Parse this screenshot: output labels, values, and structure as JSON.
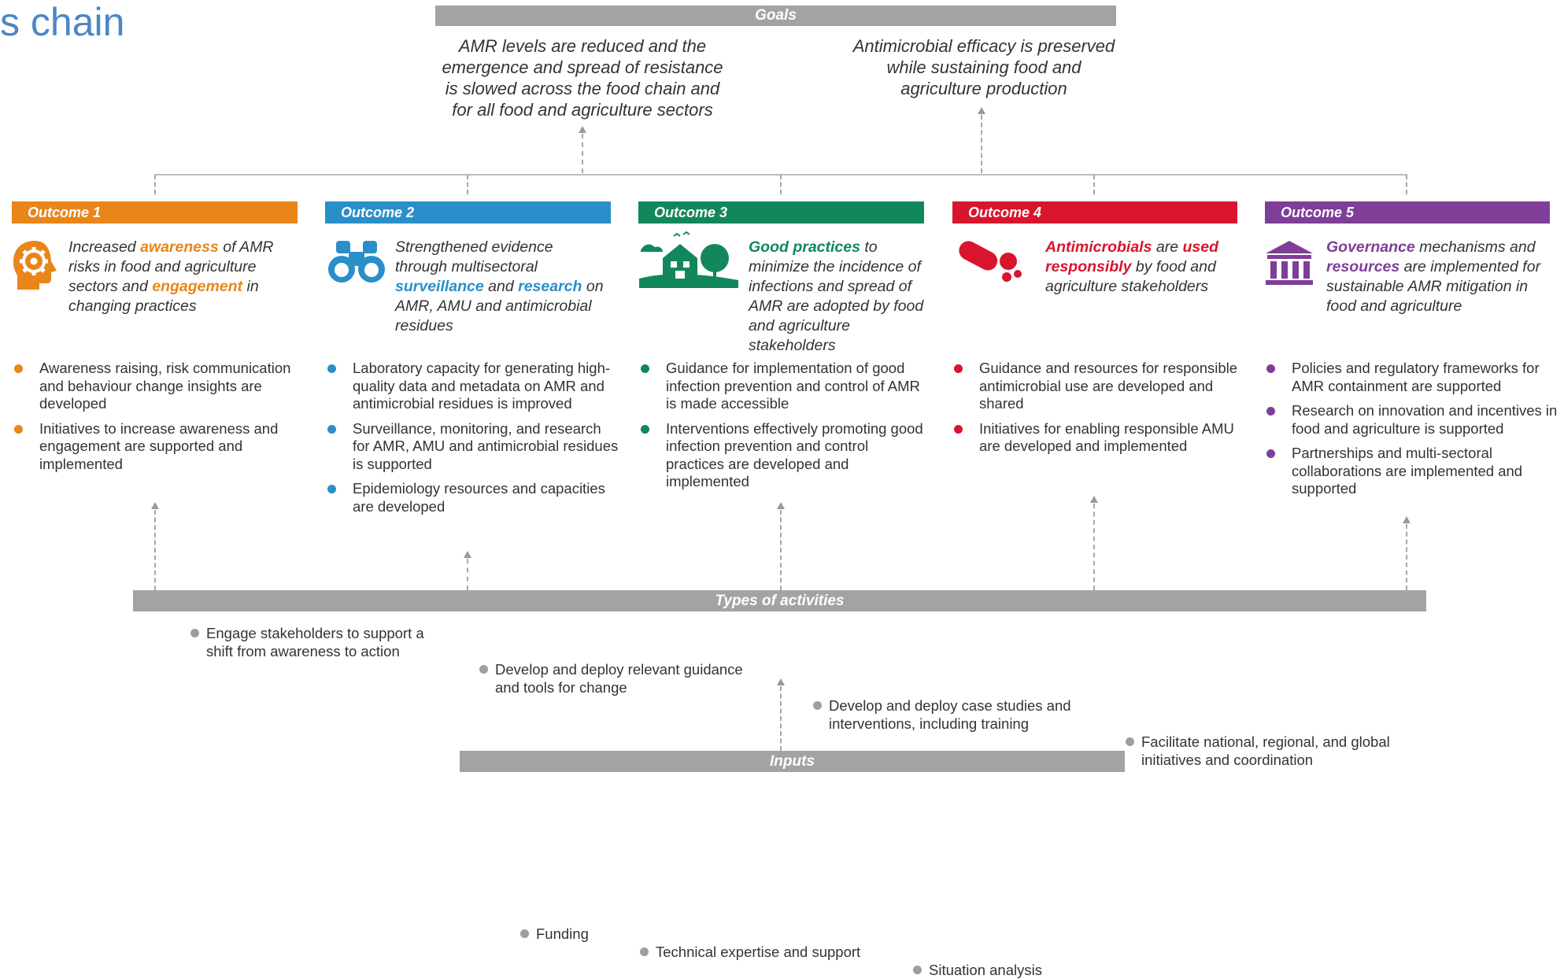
{
  "page_title_fragment": "s chain",
  "goals": {
    "label": "Goals",
    "goal1": "AMR levels are reduced and the emergence and spread of resistance is slowed across the food chain and for all food and agriculture sectors",
    "goal2": "Antimicrobial efficacy is preserved while sustaining food and agriculture production"
  },
  "outcomes": [
    {
      "label": "Outcome 1",
      "color": "#e8861a",
      "icon": "gear-head-icon",
      "desc": [
        {
          "t": "Increased "
        },
        {
          "t": "awareness",
          "b": true
        },
        {
          "t": " of AMR risks in food and agriculture sectors and "
        },
        {
          "t": "engagement",
          "b": true
        },
        {
          "t": " in changing practices"
        }
      ],
      "bullets": [
        "Awareness raising, risk communication and behaviour change insights are developed",
        "Initiatives to increase awareness and engagement are supported and implemented"
      ]
    },
    {
      "label": "Outcome 2",
      "color": "#2a8fc9",
      "icon": "binoculars-icon",
      "desc": [
        {
          "t": "Strengthened evidence through multisectoral "
        },
        {
          "t": "surveillance",
          "b": true
        },
        {
          "t": " and "
        },
        {
          "t": "research",
          "b": true
        },
        {
          "t": " on AMR, AMU and antimicrobial residues"
        }
      ],
      "bullets": [
        "Laboratory capacity for generating high-quality data and metadata on AMR and antimicrobial residues is improved",
        "Surveillance, monitoring, and research for AMR, AMU and antimicrobial residues is supported",
        "Epidemiology resources and capacities are developed"
      ]
    },
    {
      "label": "Outcome 3",
      "color": "#13875c",
      "icon": "farm-icon",
      "desc": [
        {
          "t": "Good practices",
          "b": true
        },
        {
          "t": " to minimize the incidence of infections and spread of AMR are adopted by food and agriculture stakeholders"
        }
      ],
      "bullets": [
        "Guidance for implementation of good infection prevention and control of AMR is made accessible",
        "Interventions effectively promoting good infection prevention and control practices are developed and implemented"
      ]
    },
    {
      "label": "Outcome 4",
      "color": "#d9152e",
      "icon": "pills-icon",
      "desc": [
        {
          "t": "Antimicrobials",
          "b": true
        },
        {
          "t": " are "
        },
        {
          "t": "used responsibly",
          "b": true
        },
        {
          "t": " by food and agriculture stakeholders"
        }
      ],
      "bullets": [
        "Guidance and resources for responsible antimicrobial use are developed and shared",
        "Initiatives for enabling responsible AMU are developed and implemented"
      ]
    },
    {
      "label": "Outcome 5",
      "color": "#7f3e98",
      "icon": "institution-icon",
      "desc": [
        {
          "t": "Governance",
          "b": true
        },
        {
          "t": " mechanisms and "
        },
        {
          "t": "resources",
          "b": true
        },
        {
          "t": " are implemented for sustainable AMR mitigation in food and agriculture"
        }
      ],
      "bullets": [
        "Policies and regulatory frameworks for AMR containment are supported",
        "Research on innovation and incentives in food and agriculture is supported",
        "Partnerships and multi-sectoral collaborations are implemented and supported"
      ]
    }
  ],
  "activities": {
    "label": "Types of activities",
    "items": [
      "Engage stakeholders to support a shift from awareness to action",
      "Develop and deploy relevant guidance and tools for change",
      "Develop and deploy case studies and interventions, including training",
      "Facilitate national, regional, and global initiatives and coordination"
    ]
  },
  "inputs": {
    "label": "Inputs",
    "items": [
      "Funding",
      "Technical expertise and support",
      "Situation analysis"
    ]
  }
}
